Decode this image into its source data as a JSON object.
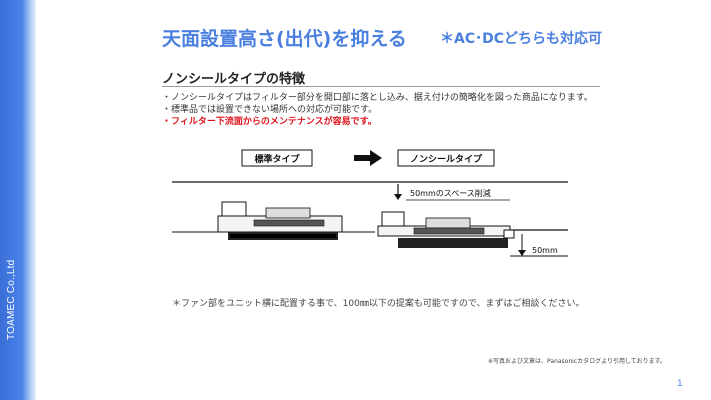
{
  "sidebar": {
    "company": "TOAMEC Co.,Ltd"
  },
  "header": {
    "title": "天面設置高さ(出代)を抑える",
    "note": "＊AC･DCどちらも対応可"
  },
  "section": {
    "heading": "ノンシールタイプの特徴",
    "bullets": [
      "・ノンシールタイプはフィルター部分を開口部に落とし込み、据え付けの簡略化を図った商品になります。",
      "・標準品では設置できない場所への対応が可能です。",
      "・フィルター下流面からのメンテナンスが容易です。"
    ]
  },
  "diagram": {
    "label_standard": "標準タイプ",
    "label_nonseal": "ノンシールタイプ",
    "space_reduction": "50mmのスペース削減",
    "dimension": "50mm"
  },
  "footnote": "＊ファン部をユニット横に配置する事で、100㎜以下の提案も可能ですので、まずはご相談ください。",
  "source_note": "※写真および文章は、Panasonicカタログより引用しております。",
  "page_number": "1",
  "colors": {
    "accent": "#4a7fe0",
    "emphasis": "#e0141e"
  }
}
